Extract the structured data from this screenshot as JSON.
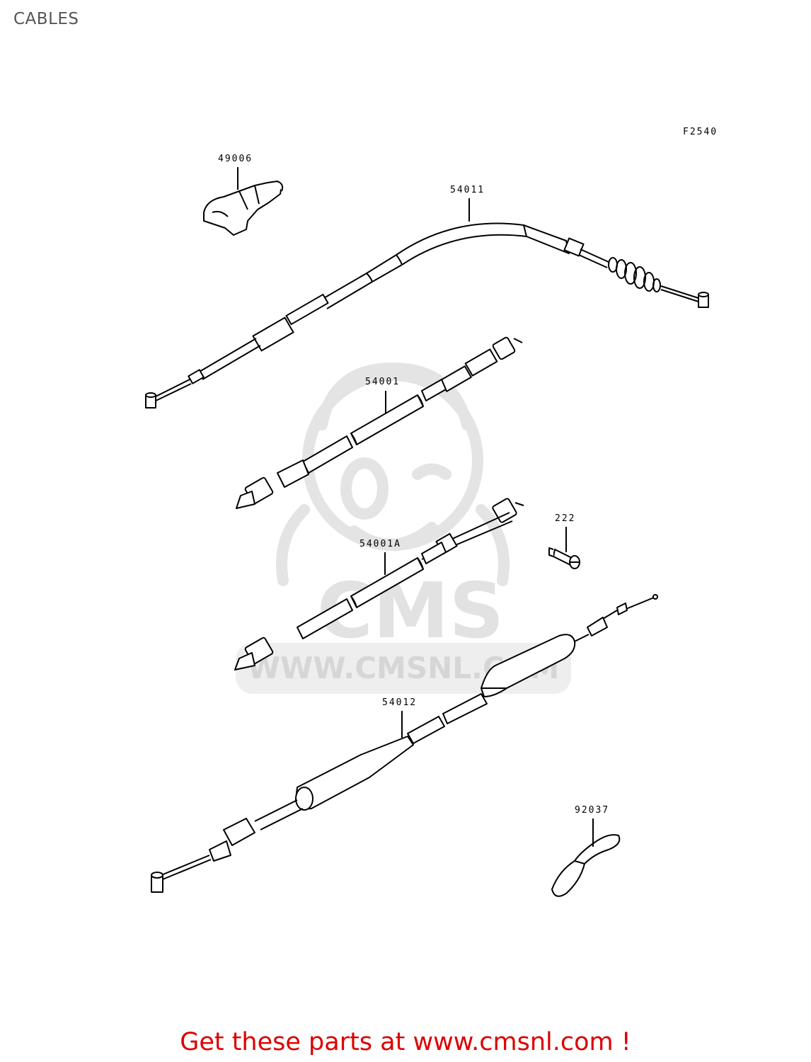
{
  "page": {
    "title": "CABLES",
    "figure_code": "F2540",
    "footer": "Get these parts at www.cmsnl.com !"
  },
  "watermark": {
    "logo_text": "CMS",
    "url_text": "WWW.CMSNL.COM",
    "color": "#e2e2e2"
  },
  "parts": [
    {
      "number": "49006"
    },
    {
      "number": "54011"
    },
    {
      "number": "54001"
    },
    {
      "number": "54001A"
    },
    {
      "number": "222"
    },
    {
      "number": "54012"
    },
    {
      "number": "92037"
    }
  ],
  "colors": {
    "line": "#000000",
    "title": "#555555",
    "footer": "#dd0000"
  }
}
